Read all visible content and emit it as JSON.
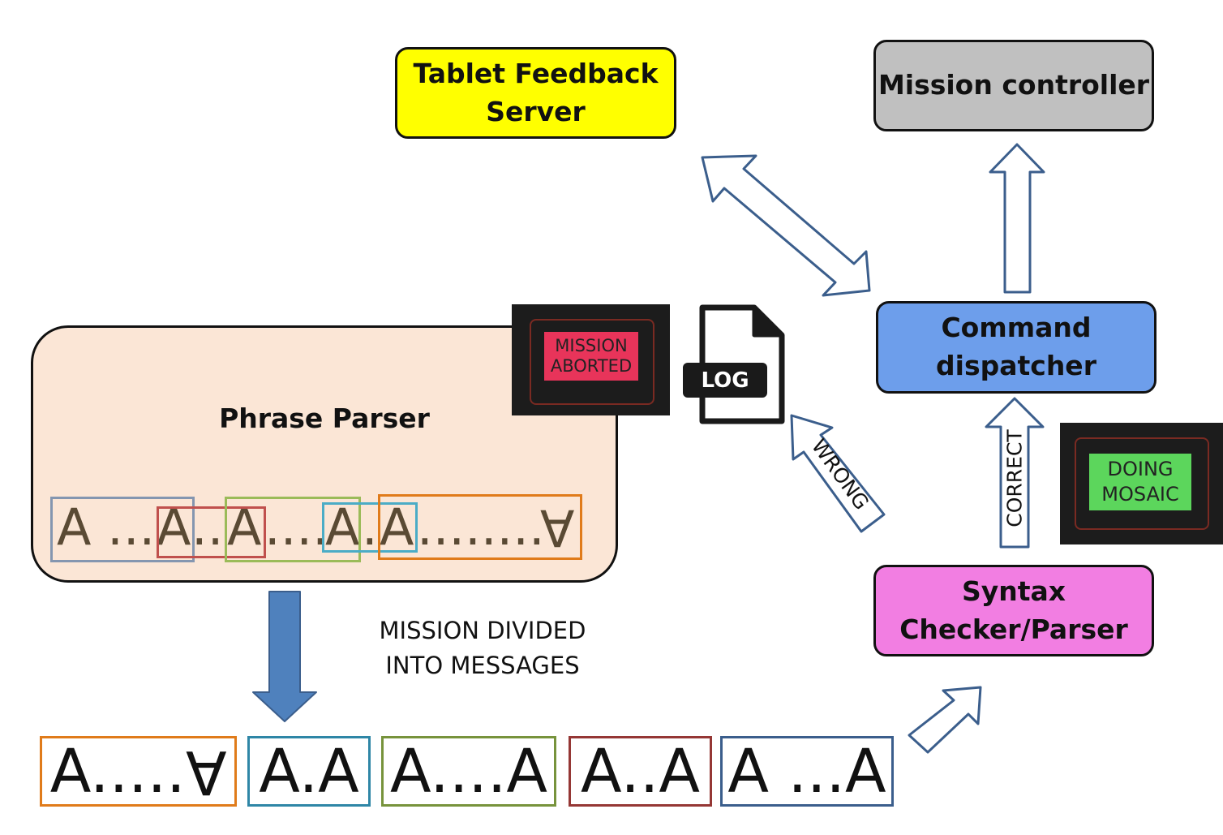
{
  "nodes": {
    "tablet_feedback_server": "Tablet Feedback\nServer",
    "mission_controller": "Mission controller",
    "command_dispatcher": "Command\ndispatcher",
    "syntax_checker": "Syntax\nChecker/Parser",
    "phrase_parser": "Phrase Parser"
  },
  "log_label": "LOG",
  "tablets": {
    "aborted": "MISSION\nABORTED",
    "mosaic": "DOING\nMOSAIC"
  },
  "edge_labels": {
    "wrong": "WRONG",
    "correct": "CORRECT"
  },
  "caption": "MISSION DIVIDED\nINTO MESSAGES",
  "phrase_sequence": {
    "p1": "A ...",
    "p2": "A",
    "p3": "..",
    "p4": "A",
    "p5": "....",
    "p6": "A",
    "p7": ".",
    "p8": "A",
    "p9": "........",
    "p10": "A"
  },
  "messages": [
    {
      "main": "A.....",
      "tail": "A"
    },
    {
      "main": "A.A",
      "tail": ""
    },
    {
      "main": "A....A",
      "tail": ""
    },
    {
      "main": "A..A",
      "tail": ""
    },
    {
      "main": "A ...A",
      "tail": ""
    }
  ],
  "colors": {
    "orange": "#e07b1a",
    "teal": "#2e86a6",
    "green": "#77933c",
    "red": "#953735",
    "blue_gray": "#3b5e8c",
    "gray": "#8496b0",
    "arrow_outline": "#3b5e8c",
    "arrow_fill_solid": "#4f81bd"
  }
}
